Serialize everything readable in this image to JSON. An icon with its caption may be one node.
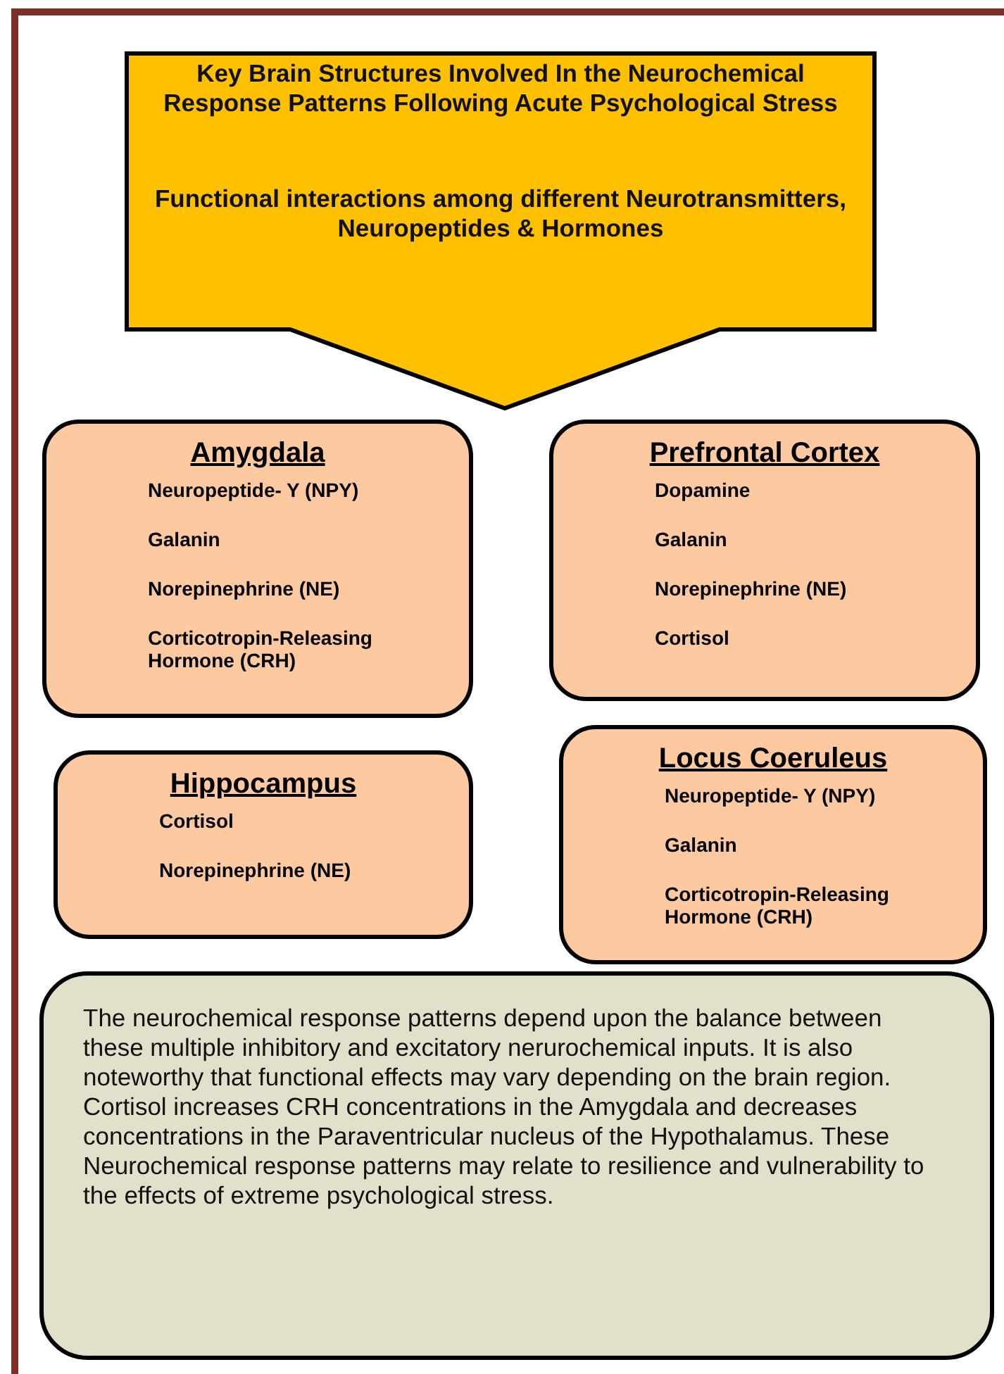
{
  "diagram": {
    "nodes": [
      {
        "text": [
          "Key Brain Structures Involved In the Neurochemical Response Patterns Following Acute Psychological Stress",
          "Functional interactions among different Neurotransmitters, Neuropeptides & Hormones"
        ]
      },
      {
        "text": [
          "Amygdala",
          "Neuropeptide- Y (NPY)",
          "Galanin",
          "Norepinephrine (NE)",
          "Corticotropin-Releasing Hormone (CRH)"
        ]
      },
      {
        "text": [
          "Prefrontal Cortex",
          "Dopamine",
          "Galanin",
          "Norepinephrine (NE)",
          "Cortisol"
        ]
      },
      {
        "text": [
          "Hippocampus",
          "Cortisol",
          "Norepinephrine (NE)"
        ]
      },
      {
        "text": [
          "Locus Coeruleus",
          "Neuropeptide- Y (NPY)",
          "Galanin",
          "Corticotropin-Releasing Hormone (CRH)"
        ]
      },
      {
        "text": [
          "The neurochemical response patterns depend upon the balance between these multiple inhibitory and excitatory nerurochemical inputs. It is also noteworthy that functional effects may vary depending on the brain region.",
          "Cortisol increases CRH concentrations in the Amygdala and decreases concentrations in the Paraventricular nucleus of the Hypothalamus. These Neurochemical response patterns may relate to resilience and vulnerability to the effects of extreme psychological stress."
        ]
      }
    ]
  }
}
